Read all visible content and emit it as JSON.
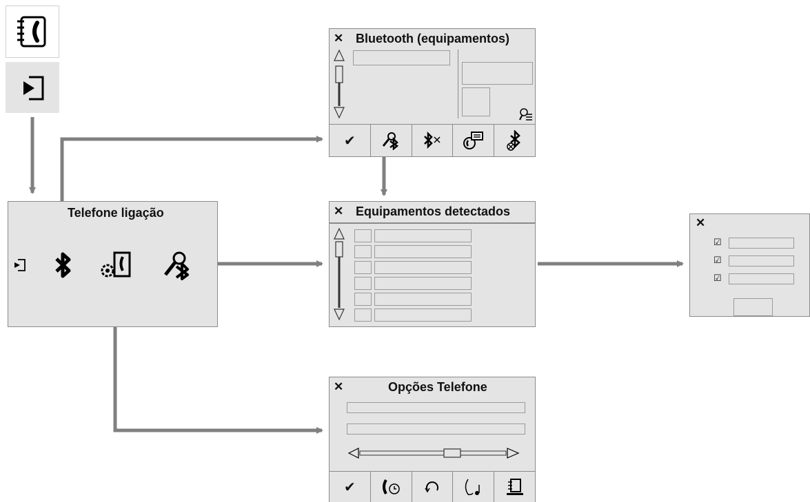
{
  "panels": {
    "bluetooth": {
      "title": "Bluetooth (equipamentos)",
      "close": "✕"
    },
    "detected": {
      "title": "Equipamentos detectados",
      "close": "✕"
    },
    "options": {
      "title": "Opções Telefone",
      "close": "✕"
    },
    "telefone": {
      "title": "Telefone ligação"
    },
    "small": {
      "close": "✕"
    }
  },
  "icons": {
    "bt_toolbar": [
      "check-icon",
      "search-bluetooth-icon",
      "bluetooth-disconnect-icon",
      "contact-card-icon",
      "bluetooth-delete-icon"
    ],
    "options_toolbar": [
      "check-icon",
      "call-history-icon",
      "refresh-icon",
      "ringtone-icon",
      "phone-book-icon"
    ],
    "telefone_row": [
      "exit-icon",
      "bluetooth-icon",
      "settings-phone-icon",
      "search-bluetooth-icon"
    ]
  },
  "glyphs": {
    "check": "✔",
    "bluetooth": "✱",
    "checkbox": "☑"
  },
  "colors": {
    "panel": "#e4e4e4",
    "border": "#8a8a8a",
    "arrow": "#808080"
  }
}
